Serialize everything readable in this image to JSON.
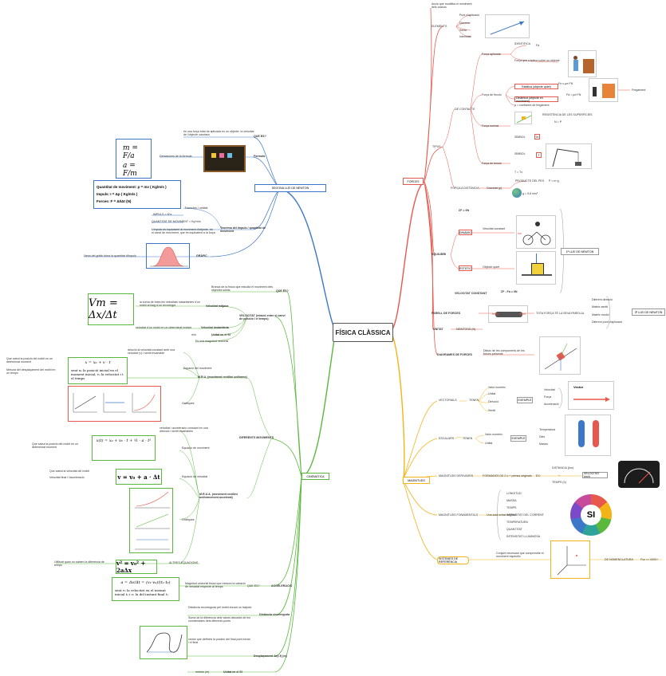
{
  "root": "FÍSICA CLÀSSICA",
  "colors": {
    "forces": "#e8584d",
    "magnituds": "#f2b418",
    "newton2": "#3d78c8",
    "cinematica": "#5ab93d",
    "text": "#333333"
  },
  "newton2": {
    "title": "SEGONA LLEI DE NEWTON",
    "que_es": "QUE ES?",
    "que_es_text": "és una força total de aplicada en un objecte, la velocitat de l'objecte canviarà",
    "formula": "Fórmula",
    "formula_note": "Derivacions de la fórmula",
    "impuls": "Teorema del Impuls / quantitat de moviment",
    "impuls_text": "L'impuls és equivalent al moviment d'objecte, és el canvi de moviment, que és equivalent a la força",
    "formulas_label": "Fórmules i unitats",
    "units1": "IMPULS = N*s",
    "units2": "QUANTITAT DE MOVIMENT = Kg*m/s",
    "grafic": "GRÀFIC",
    "grafic_text": "l'àrea del gràfic dóna la quantitat d'impuls",
    "fm_lines": [
      "Quantitat de moviment: p = mv  ( Kg/m/s )",
      "Impuls: I = Δp ( Kg/m/s )",
      "Forces: F = ΔI/Δt  (N)"
    ]
  },
  "cinematica": {
    "title": "CINEMÀTICA",
    "que_es": "QUE ÉS?",
    "que_es_text": "Branca de la física que estudia el moviment dels objectes sòlids",
    "velocitat": "VELOCITAT (relació entre el canvi de posició i el temps)",
    "vel_mitjana": "Velocitat mitjana",
    "vel_mitjana_text": "la suma de totes les velocitats instantànies d'un mòbil al llarg d'un recorregut",
    "vel_inst": "Velocitat instantània",
    "vel_inst_text": "velocitat d'un mòbil en un determinat instant",
    "unitat": "Unitat en el SI",
    "unitat_val": "m/s",
    "escalar": "Es una magnitud vectorial",
    "diferents": "DIFERENTS MOVIMENTS",
    "mru": "M.R.U. (moviment rectilini uniforme)",
    "mru_text": "descriu la velocitat constant amb una velocitat (v) i sentit invariable",
    "mru_eq": "Equació del moviment",
    "mru_eq_formula": "x = x₀ + v · t",
    "mru_eq_desc": "sent x₀ la posició inicial en el moment inicial, v₀ la velocitat i t el temps",
    "mru_left1": "Que sabut la posició del mòbil en un determinat moment",
    "mru_left2": "Mesura del desplaçament del mòbil en un temps",
    "grafiques": "Gràfiques",
    "mrua": "M.R.U.A. (moviment rectilini uniformement accelerat)",
    "mrua_text": "velocitat i acceleració constant en una direcció i sentit invariables",
    "mrua_eq": "Equació de moviment",
    "mrua_eq_formula": "x(t) = x₀ + v₀ · t + ½ · a · t²",
    "mrua_left": "Que sabut la posició del mòbil en un determinat moment",
    "eq_vel": "Equació de velocitat",
    "eq_vel_formula": "v = v₀ + a · Δt",
    "eq_vel_left": "Que sabut la velocitat del mòbil",
    "eq_vel_left2": "Velocitat final i l'acceleració",
    "altres": "ALTRES EQUACIONS",
    "altres_formula": "v² = v₀² + 2aΔx",
    "altres_left": "Utilitzat quan no sabem la diferència de temps",
    "acceleracio": "ACCELERACIÓ",
    "acc_que": "QUE ÉS?",
    "acc_text": "Magnitud vectorial física que mesura la variació de velocitat respecte al temps",
    "acc_desc": "sent v₀ la velocitat en el instant inicial t₀ i v₁ la del instant final t₁",
    "distancia": "Distància recorreguda",
    "dist1": "Distància recorreguda pel mòbil durant un trajecte",
    "dist2": "Suma de la diferència dels valors absoluts de les coordenades dels diferents punts",
    "despl": "Desplaçament Δr(i-f) (m)",
    "despl_text": "vector que defineix la posició del final punt inicial i el final",
    "unitat2": "Unitat en el SI",
    "unitat2_val": "metres (m)"
  },
  "forces": {
    "title": "FORCES",
    "top_text": "Acció que modifica el moviment dels cossos",
    "elements": "ELEMENTS",
    "el_items": [
      "Punt d'aplicació",
      "Direcció",
      "Sentit",
      "Intensitat"
    ],
    "tipus": "TIPUS",
    "contacte": "DE CONTACTE",
    "aplicada": "Força aplicada",
    "aplicada_items": [
      "IDENTIFICA",
      "Fa",
      "Força que s'aplica sobre un objecte"
    ],
    "friccio": "Força de fricció",
    "friccio_items": [
      "Estàtica (objecte quiet)",
      "Fe  ≤ μe·FN",
      "Dinàmica (objecte en moviment)",
      "Fd = μd·FN",
      "μ = coeficient de fregament",
      "Fregament"
    ],
    "normal": "Força normal",
    "normal_items": [
      "RESISTÈNCIA DE LES SUPERFÍCIES",
      "N = P",
      "SÍMBOL"
    ],
    "tensio": "Força de tensió",
    "tensio_items": [
      "SÍMBOL",
      "T",
      "T = Tx"
    ],
    "distancia": "FORÇA A DISTÀNCIA",
    "gravetat": "Gravetat (p)",
    "grav_items": [
      "PRODUCTE DEL PES",
      "P = m·g",
      "g = 9,8 m/s²"
    ],
    "equilibri": "EQUILIBRI",
    "eq_sum": "ΣF = 0N",
    "dinamic": "DINÀMIC",
    "dinamic_text": "Velocitat constant",
    "estatic": "ESTÀTIC",
    "estatic_text": "Objecte quiet",
    "vel_const": "VELOCITAT CONSTANT",
    "eq_sum2": "ΣF - Fa = 0N",
    "primera_llei": "1ª LLEI DE NEWTON",
    "parell": "PARELL DE FORCES",
    "parell_box": "TOTA FORÇA TÉ LA SEVA PARELLA",
    "parell_items": [
      "Diferent direcció",
      "Mateix sentit",
      "Mateix mòdul",
      "Diferent punt d'aplicació"
    ],
    "tercera": "3ª LLEI DE NEWTON",
    "unitat": "UNITAT",
    "unitat_val": "NEWTONS (N)",
    "diagrama": "DIAGRAMES DE FORCES",
    "diagrama_text": "Dibuix de les components de les forces presents"
  },
  "magnituds": {
    "title": "MAGNITUDS",
    "vectorials": "VECTORIALS",
    "tenen": "TENEN",
    "vec_items": [
      "Valor numèric",
      "Unitat",
      "Direcció",
      "Sentit"
    ],
    "exemple": "EXEMPLE",
    "ex_vec": [
      "Velocitat",
      "Força",
      "Acceleració"
    ],
    "vector_label": "Vector",
    "escalars": "ESCALARS",
    "esc_items": [
      "Valor numèric",
      "Unitat"
    ],
    "ex_esc": [
      "Temperatura",
      "Dies",
      "Massa"
    ],
    "derivades": "MAGNITUDS DERIVADES",
    "der_text": "FORMADES DE 2 o + primes originals",
    "ex": "EX:",
    "der_items": [
      "DISTANCIA (km)",
      "--",
      "TEMPS (h)"
    ],
    "vel_km": "VELOCITAT km/h",
    "fonamentals": "MAGNITUDS FONAMENTALS",
    "fon_text": "Una sola unitat original",
    "fon_items": [
      "LONGITUD",
      "MASSA",
      "TEMPS",
      "INTENSITAT DEL CORRENT",
      "TEMPERATURA",
      "QUANTITAT",
      "INTENSITAT LLUMINOSA"
    ],
    "si_label": "SI",
    "sistema": "SISTEMES DE REFERÈNCIA",
    "sis_text": "Conjunt necessari que comprendre el moviment específic",
    "nomen": "DE NOMENCLATURA",
    "nomen_val": "Fxz >> 0000+"
  }
}
